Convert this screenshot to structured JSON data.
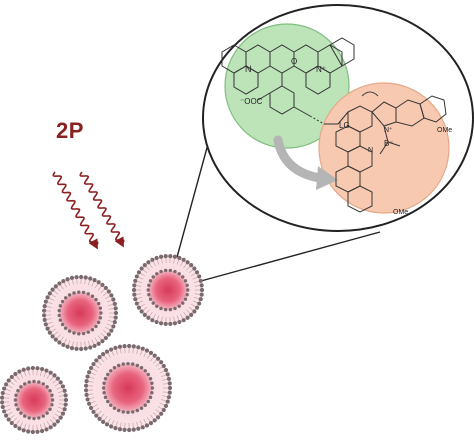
{
  "excitation": {
    "label": "2P",
    "color": "#8b2020"
  },
  "donor": {
    "fill": "#bde3b9",
    "stroke": "#7fbf7f",
    "substituent_label": "⁻OOC",
    "nitrogen_left": "N",
    "oxygen": "O",
    "nitrogen_right": "N⁺"
  },
  "acceptor": {
    "fill": "#f7c9b0",
    "stroke": "#e5a789",
    "linker_label": "LG",
    "boron_label": "B⁻",
    "nitrogen_top": "N⁺",
    "nitrogen_bottom": "N",
    "methoxy_top": "OMe",
    "methoxy_bottom": "OMe"
  },
  "nanoparticles": {
    "core_color": "#e0506c",
    "halo_color": "#f3c6cf",
    "bead_color": "#7a6a6e"
  },
  "energy_transfer_arrow_color": "#b5b5b5"
}
